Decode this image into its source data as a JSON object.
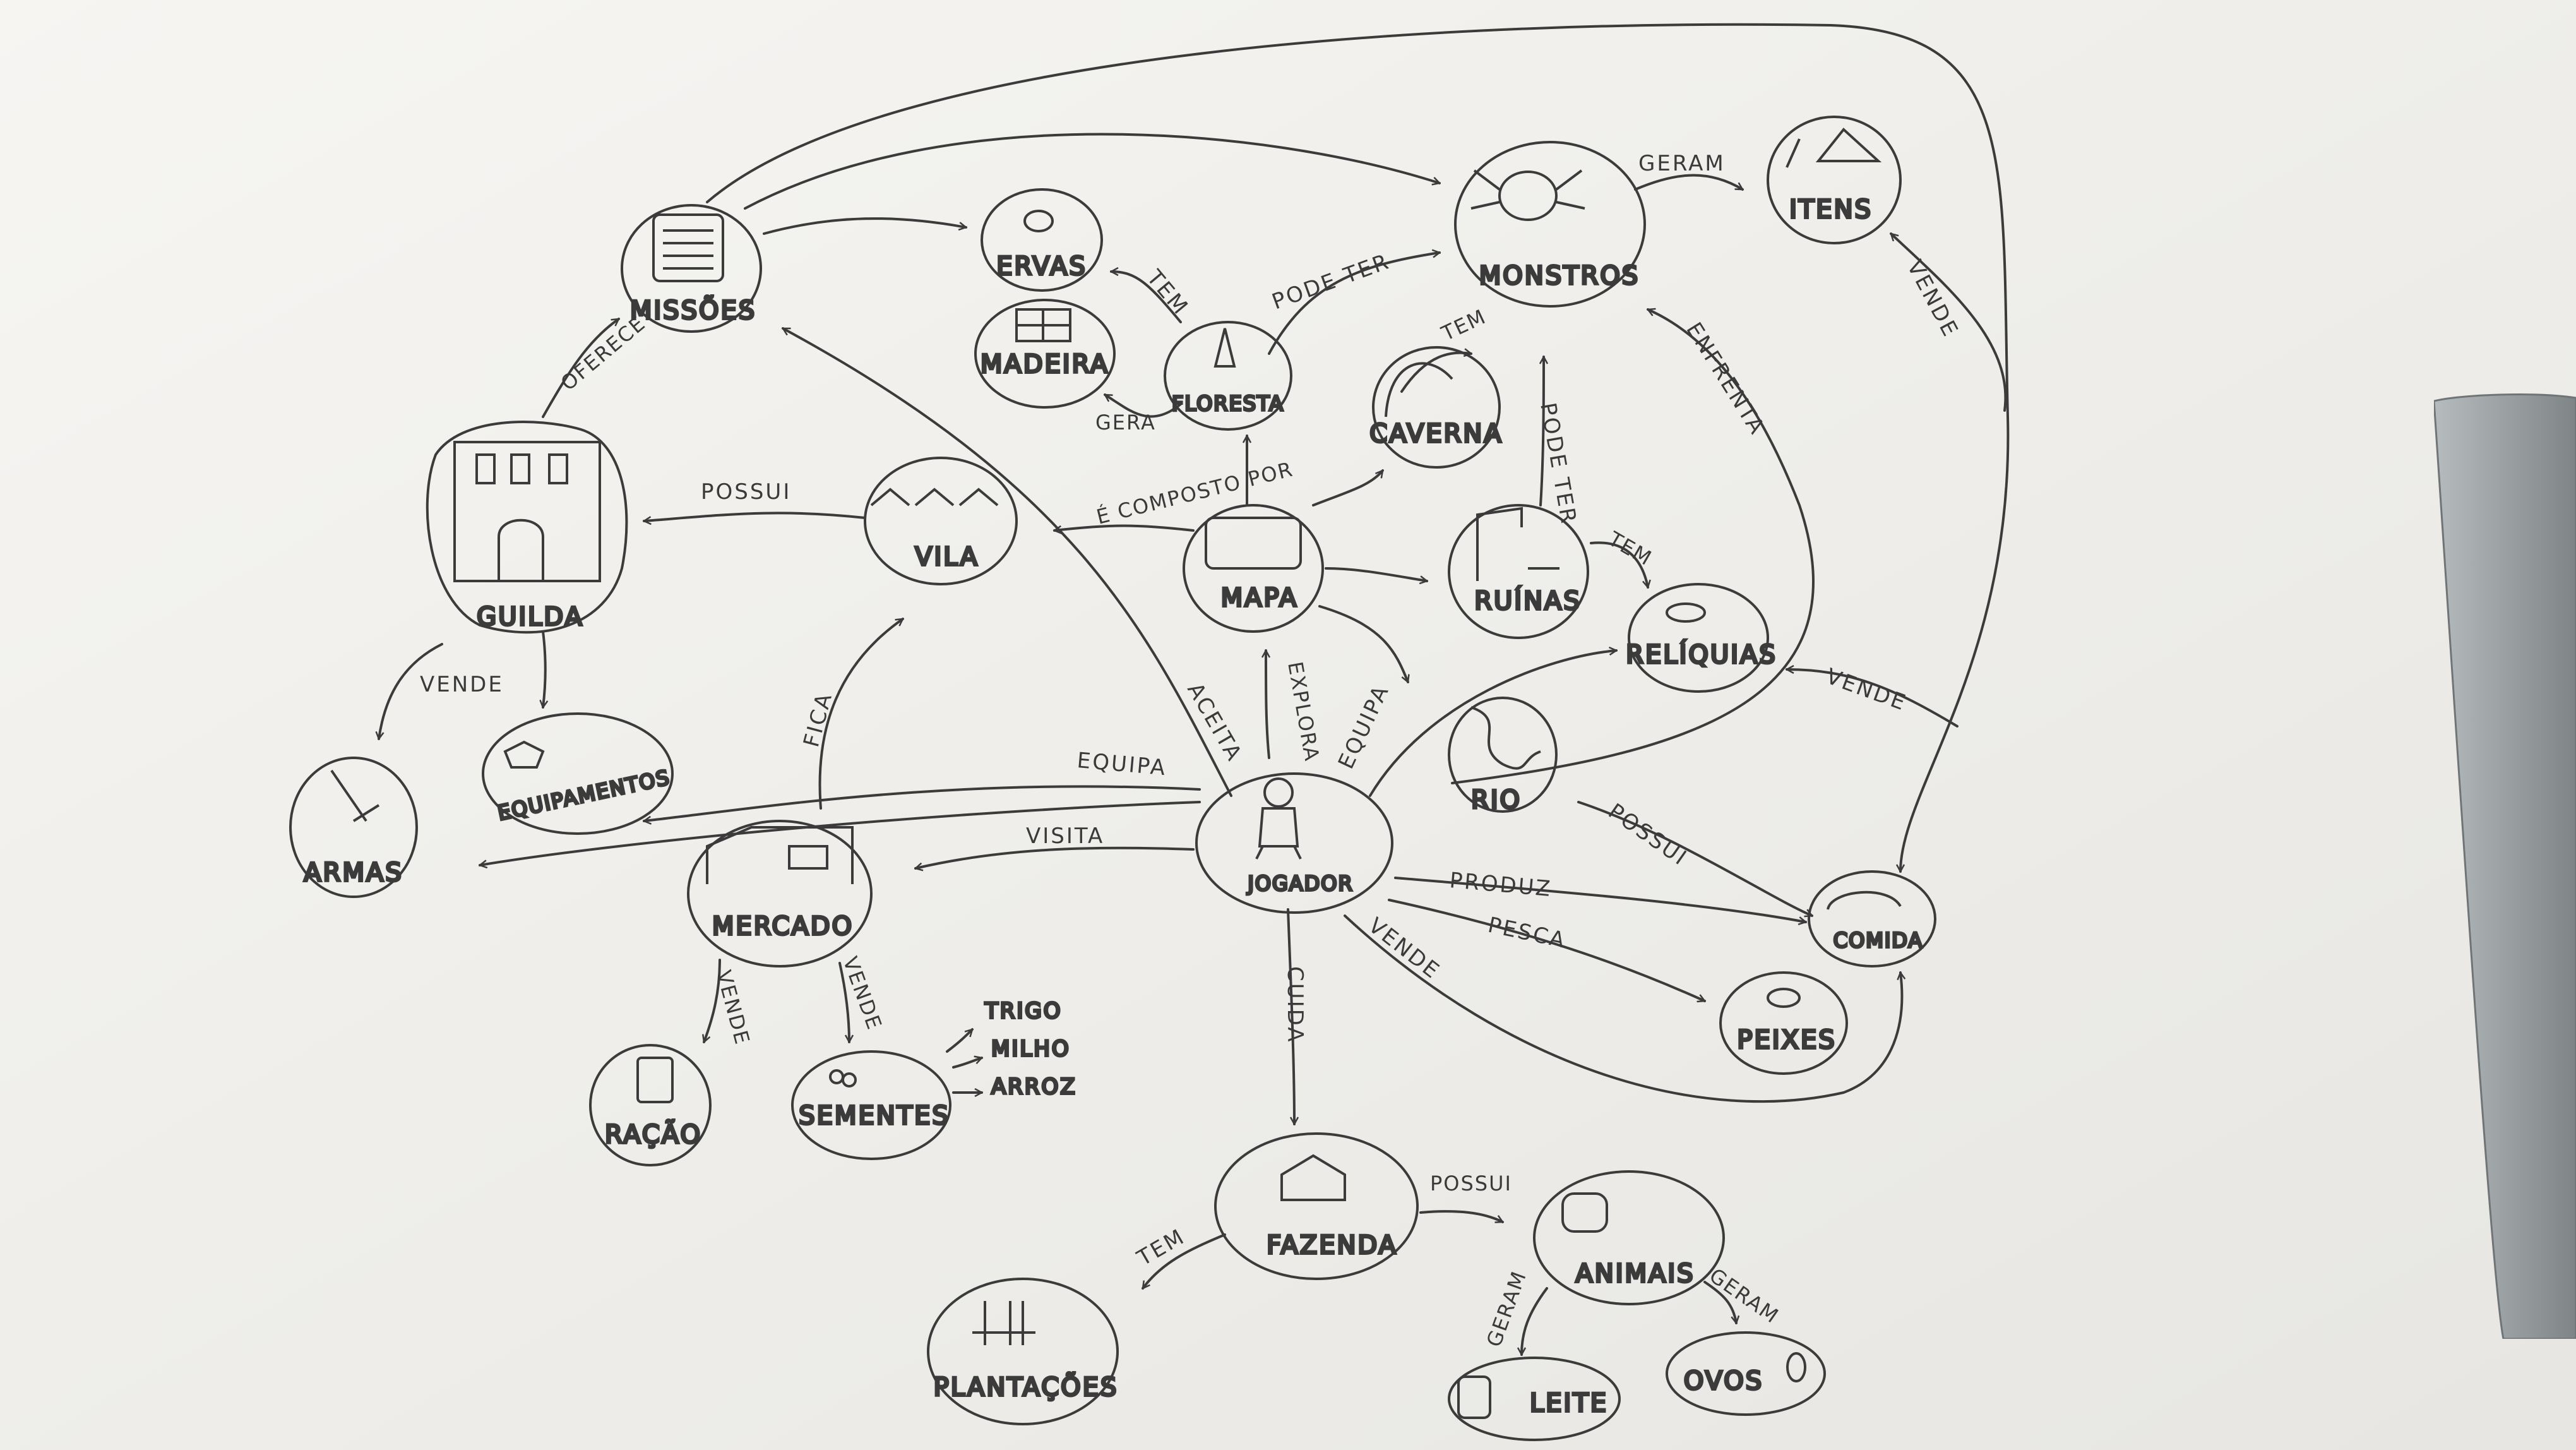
{
  "colors": {
    "paper": "#f3f2ef",
    "pencil": "#3b3b3b",
    "clip": "#9aa0a1"
  },
  "nodes": {
    "missoes": "MISSÕES",
    "ervas": "ERVAS",
    "madeira": "MADEIRA",
    "floresta": "FLORESTA",
    "monstros": "MONSTROS",
    "itens": "ITENS",
    "caverna": "CAVERNA",
    "guilda": "GUILDA",
    "vila": "VILA",
    "mapa": "MAPA",
    "ruinas": "RUÍNAS",
    "reliquias": "RELÍQUIAS",
    "rio": "RIO",
    "armas": "ARMAS",
    "equipamentos": "EQUIPAMENTOS",
    "mercado": "MERCADO",
    "jogador": "JOGADOR",
    "comida": "COMIDA",
    "peixes": "PEIXES",
    "racao": "RAÇÃO",
    "sementes": "SEMENTES",
    "fazenda": "FAZENDA",
    "animais": "ANIMAIS",
    "plantacoes": "PLANTAÇÕES",
    "leite": "LEITE",
    "ovos": "OVOS"
  },
  "crops": [
    "TRIGO",
    "MILHO",
    "ARROZ"
  ],
  "edges": {
    "oferece": "OFERECE",
    "geram_itens": "GERAM",
    "tem_ervas": "TEM",
    "gera": "GERA",
    "pode_ter_floresta": "PODE TER",
    "tem_caverna": "TEM",
    "vende_itens": "VENDE",
    "enfrenta": "ENFRENTA",
    "possui_vila": "POSSUI",
    "composto": "É COMPOSTO POR",
    "pode_ter_ruinas": "PODE TER",
    "tem_ruinas": "TEM",
    "vende_guilda": "VENDE",
    "fica": "FICA",
    "aceita": "ACEITA",
    "explora": "EXPLORA",
    "equipa_mapa": "EQUIPA",
    "vende_reliquias": "VENDE",
    "equipa": "EQUIPA",
    "visita": "VISITA",
    "possui_rio": "POSSUI",
    "produz": "PRODUZ",
    "pesca": "PESCA",
    "vende_jogador": "VENDE",
    "vende_racao": "VENDE",
    "vende_sementes": "VENDE",
    "cuida": "CUIDA",
    "possui_fazenda": "POSSUI",
    "tem_plantacoes": "TEM",
    "geram_leite": "GERAM",
    "geram_ovos": "GERAM"
  }
}
